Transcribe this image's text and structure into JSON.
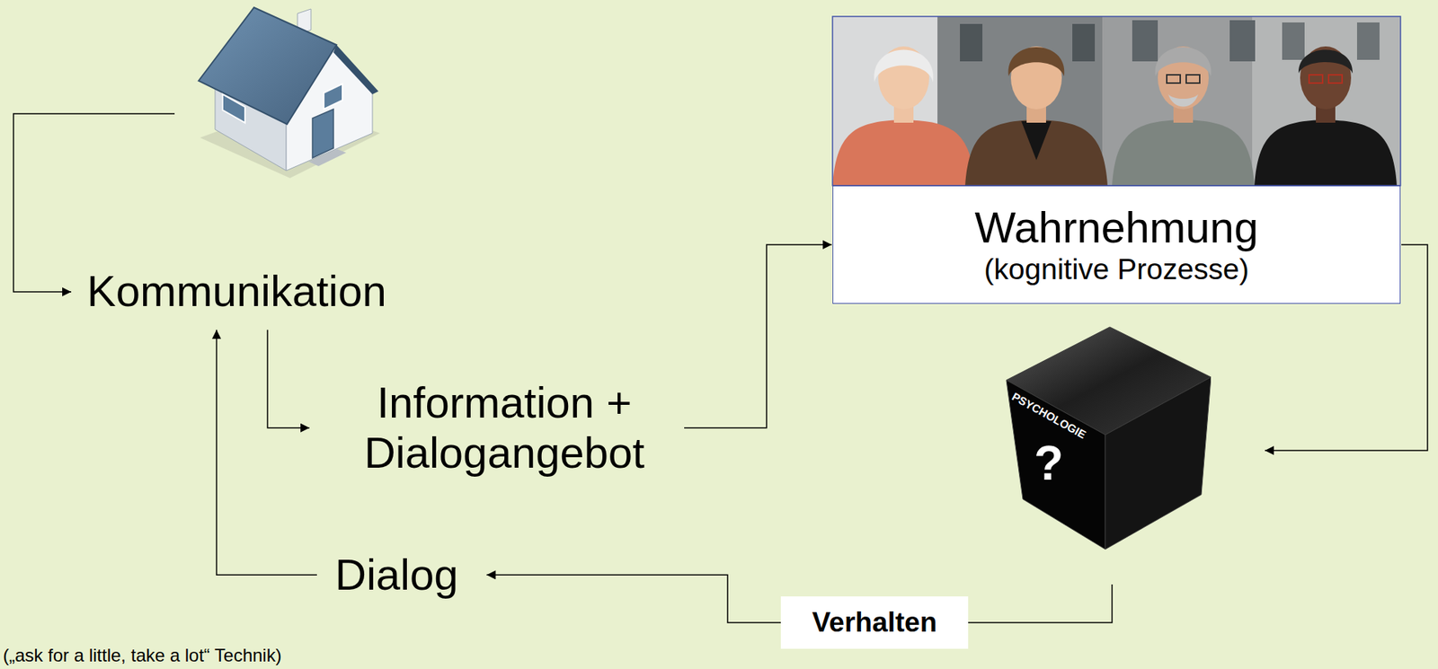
{
  "diagram": {
    "nodes": [
      {
        "text": [
          "Wahrnehmung",
          "(kognitive Prozesse)"
        ]
      },
      {
        "text": [
          "Kommunikation"
        ]
      },
      {
        "text": [
          "Information + Dialogangebot"
        ]
      },
      {
        "text": [
          "PSYCHOLOGIE",
          "?"
        ]
      },
      {
        "text": [
          "Dialog"
        ]
      }
    ],
    "edges": [
      {
        "from": 1,
        "to": 2,
        "arrow": "to"
      },
      {
        "from": 2,
        "to": 0,
        "arrow": "to"
      },
      {
        "from": 0,
        "to": 3,
        "arrow": "to"
      },
      {
        "from": 3,
        "to": 4,
        "label": "Verhalten",
        "arrow": "to"
      },
      {
        "from": 4,
        "to": 1,
        "arrow": "to"
      }
    ],
    "labels": [
      "(„ask for a little, take a lot“ Technik)"
    ]
  }
}
